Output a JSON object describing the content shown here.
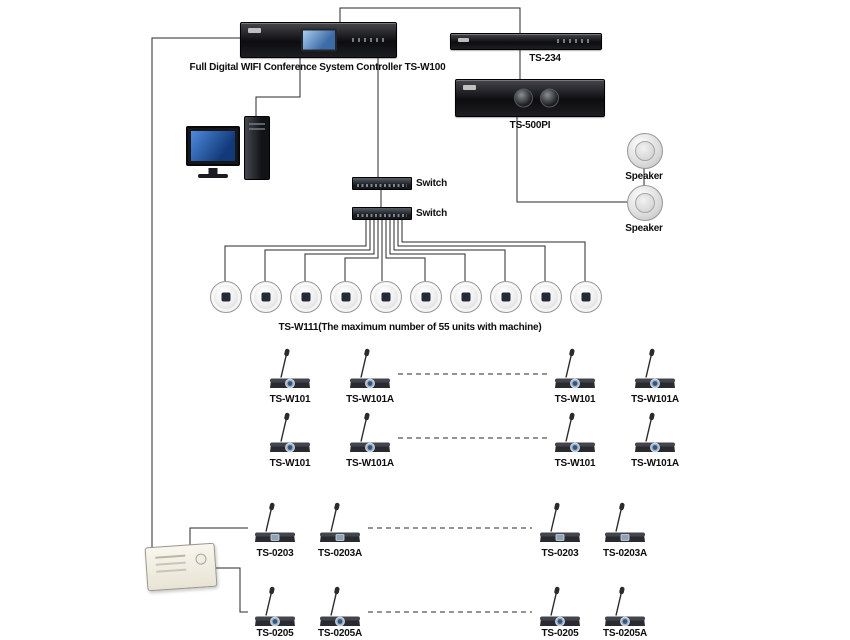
{
  "diagram": {
    "controller": {
      "label": "Full Digital WIFI Conference System Controller TS-W100"
    },
    "ts234": {
      "label": "TS-234"
    },
    "amplifier": {
      "label": "TS-500PI"
    },
    "speakers": [
      {
        "label": "Speaker"
      },
      {
        "label": "Speaker"
      }
    ],
    "switches": [
      {
        "label": "Switch"
      },
      {
        "label": "Switch"
      }
    ],
    "wireless_ap": {
      "label": "TS-W111(The maximum number of 55 units with machine)",
      "count": 10
    },
    "mic_rows": [
      {
        "labels": [
          "TS-W101",
          "TS-W101A",
          "TS-W101",
          "TS-W101A"
        ]
      },
      {
        "labels": [
          "TS-W101",
          "TS-W101A",
          "TS-W101",
          "TS-W101A"
        ]
      },
      {
        "labels": [
          "TS-0203",
          "TS-0203A",
          "TS-0203",
          "TS-0203A"
        ]
      },
      {
        "labels": [
          "TS-0205",
          "TS-0205A",
          "TS-0205",
          "TS-0205A"
        ]
      }
    ],
    "colors": {
      "wire": "#2a2a2a",
      "screen_blue": "#3f6fa8",
      "device_black": "#141519"
    }
  }
}
